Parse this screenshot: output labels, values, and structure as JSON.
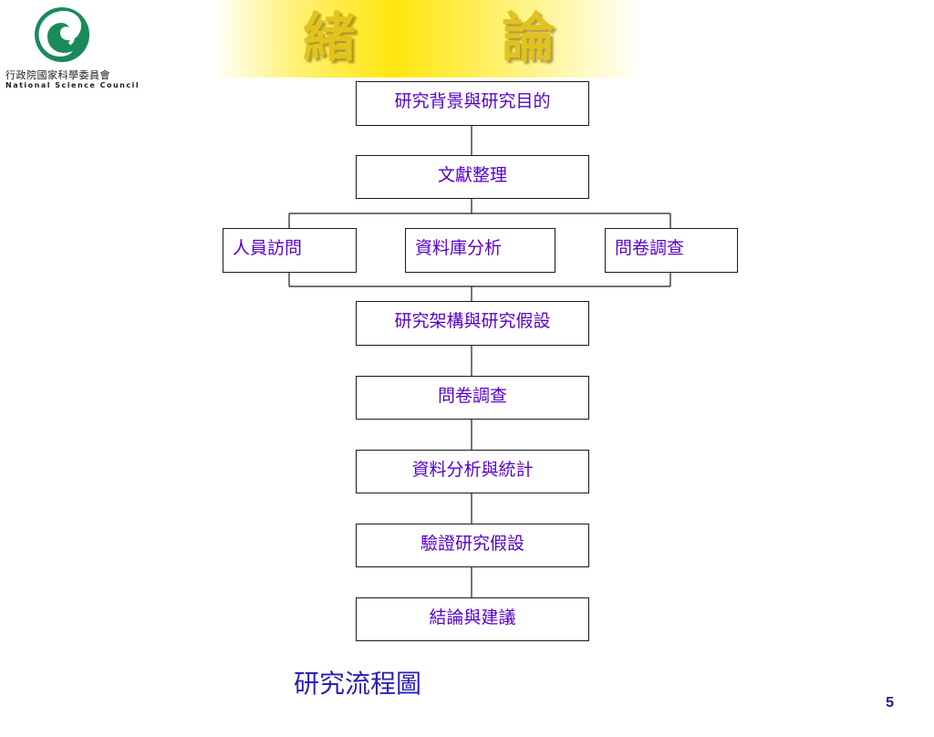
{
  "logo": {
    "org_name_zh": "行政院國家科學委員會",
    "org_name_en": "National Science Council",
    "brand_color": "#1a8a5a",
    "icon": "nsc-logo-icon"
  },
  "header": {
    "title": "緒 論",
    "title_color": "#e2c21e",
    "band_color": "#ffe60f"
  },
  "flowchart": {
    "box_text_color": "#5500cc",
    "steps": [
      "研究背景與研究目的",
      "文獻整理",
      "人員訪問",
      "資料庫分析",
      "問卷調查",
      "研究架構與研究假設",
      "問卷調查",
      "資料分析與統計",
      "驗證研究假設",
      "結論與建議"
    ]
  },
  "caption": "研究流程圖",
  "page_number": "5"
}
